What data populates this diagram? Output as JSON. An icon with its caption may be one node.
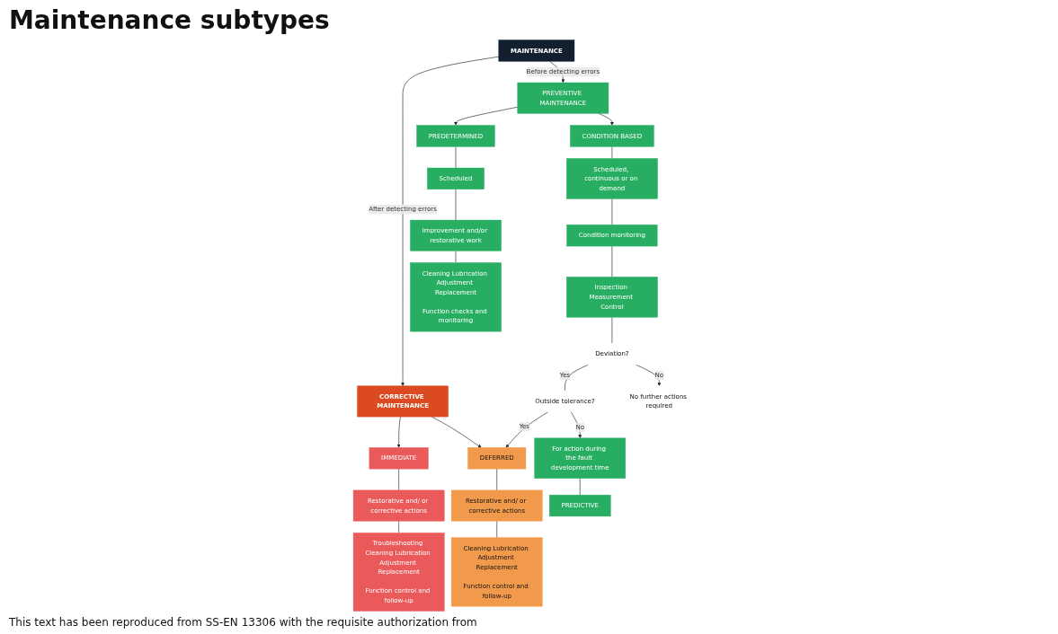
{
  "diagram": {
    "title": "Maintenance subtypes",
    "nodes": [
      {
        "text": [
          "MAINTENANCE"
        ]
      },
      {
        "text": [
          "CORRECTIVE MAINTENANCE"
        ]
      },
      {
        "text": [
          "PREVENTIVE MAINTENANCE"
        ]
      },
      {
        "text": [
          "IMMEDIATE"
        ]
      },
      {
        "text": [
          "Restorative and/ or corrective actions"
        ]
      },
      {
        "text": [
          "Troubleshooting Cleaning Lubrication Adjustment Replacement",
          "Function control and follow-up"
        ]
      },
      {
        "text": [
          "DEFERRED"
        ]
      },
      {
        "text": [
          "Restorative and/ or corrective actions"
        ]
      },
      {
        "text": [
          "Cleaning Lubrication Adjustment Replacement",
          "Function control and follow-up"
        ]
      },
      {
        "text": [
          "Outside tolerance?"
        ]
      },
      {
        "text": [
          "For action during the fault development time"
        ]
      },
      {
        "text": [
          "PREDICTIVE"
        ]
      },
      {
        "text": [
          "CONDITION BASED"
        ]
      },
      {
        "text": [
          "Scheduled, continuous or on demand"
        ]
      },
      {
        "text": [
          "Condition monitoring"
        ]
      },
      {
        "text": [
          "Inspection Measurement Control"
        ]
      },
      {
        "text": [
          "Deviation?"
        ]
      },
      {
        "text": [
          "No further actions required"
        ]
      },
      {
        "text": [
          "PREDETERMINED"
        ]
      },
      {
        "text": [
          "Scheduled"
        ]
      },
      {
        "text": [
          "Improvement and/or restorative work"
        ]
      },
      {
        "text": [
          "Cleaning Lubrication Adjustment Replacement",
          "Function checks and monitoring"
        ]
      }
    ],
    "edges": [
      {
        "from": 0,
        "to": 1,
        "arrow": "to",
        "label": "After detecting errors"
      },
      {
        "from": 0,
        "to": 2,
        "arrow": "to",
        "label": "Before detecting errors"
      },
      {
        "from": 1,
        "to": 3,
        "arrow": "to"
      },
      {
        "from": 1,
        "to": 6,
        "arrow": "to"
      },
      {
        "from": 3,
        "to": 4,
        "arrow": "none"
      },
      {
        "from": 4,
        "to": 5,
        "arrow": "none"
      },
      {
        "from": 6,
        "to": 7,
        "arrow": "none"
      },
      {
        "from": 7,
        "to": 8,
        "arrow": "none"
      },
      {
        "from": 9,
        "to": 6,
        "arrow": "to",
        "label": "Yes"
      },
      {
        "from": 9,
        "to": 10,
        "arrow": "to",
        "label": "No"
      },
      {
        "from": 10,
        "to": 11,
        "arrow": "none"
      },
      {
        "from": 2,
        "to": 12,
        "arrow": "to"
      },
      {
        "from": 2,
        "to": 18,
        "arrow": "to"
      },
      {
        "from": 12,
        "to": 13,
        "arrow": "none"
      },
      {
        "from": 13,
        "to": 14,
        "arrow": "none"
      },
      {
        "from": 14,
        "to": 15,
        "arrow": "none"
      },
      {
        "from": 15,
        "to": 16,
        "arrow": "none"
      },
      {
        "from": 16,
        "to": 9,
        "arrow": "none",
        "label": "Yes"
      },
      {
        "from": 16,
        "to": 17,
        "arrow": "to",
        "label": "No"
      },
      {
        "from": 18,
        "to": 19,
        "arrow": "none"
      },
      {
        "from": 19,
        "to": 20,
        "arrow": "none"
      },
      {
        "from": 20,
        "to": 21,
        "arrow": "none"
      }
    ],
    "caption": "This text has been reproduced from SS-EN 13306 with the requisite authorization from"
  }
}
